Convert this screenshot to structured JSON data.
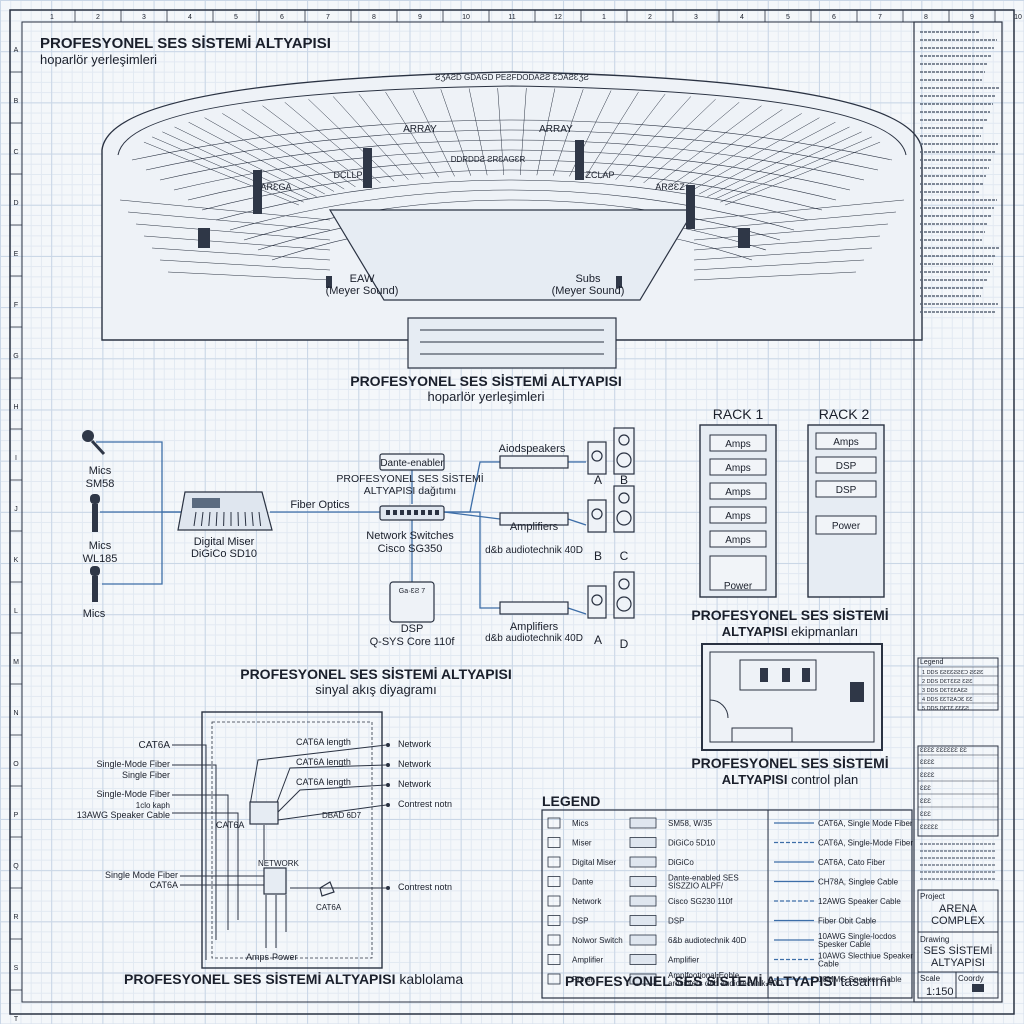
{
  "frame": {
    "col_labels": [
      "1",
      "2",
      "3",
      "4",
      "5",
      "6",
      "7",
      "8",
      "9",
      "10",
      "11",
      "12",
      "1",
      "2",
      "3",
      "4",
      "5",
      "6",
      "7",
      "8",
      "9",
      "10"
    ],
    "row_labels": [
      "A",
      "B",
      "C",
      "D",
      "E",
      "F",
      "G",
      "H",
      "I",
      "J",
      "K",
      "L",
      "M",
      "N",
      "O",
      "P",
      "Q",
      "R",
      "S",
      "T"
    ]
  },
  "arena": {
    "title": "PROFESYONEL SES SİSTEMİ ALTYAPISI",
    "subtitle": "hoparlör yerleşimleri",
    "top_caption": "ƧƷAƧD GDAGD PEƧFDODAƧƧ ƐƆAƧƐƷƧ",
    "array_left": "ARRAY",
    "array_right": "ARRAY",
    "center_label": "DDRDDƧ ƧRƐAGƐR",
    "tag_lc": "DCLLP",
    "tag_rc": "ZCLAP",
    "tag_ll": "ARƐGA",
    "tag_rl": "ARƧƐZ",
    "eaw": "EAW",
    "eaw_brand": "(Meyer Sound)",
    "subs": "Subs",
    "subs_brand": "(Meyer Sound)",
    "footer_title": "PROFESYONEL SES SİSTEMİ ALTYAPISI",
    "footer_subtitle": "hoparlör yerleşimleri"
  },
  "signal": {
    "mic1": "Mics",
    "mic1_model": "SM58",
    "mic2": "Mics",
    "mic2_model": "WL185",
    "mic3": "Mics",
    "mixer": "Digital Miser",
    "mixer_model": "DiGiCo SD10",
    "fiber": "Fiber Optics",
    "dante": "Dante-enabler",
    "dante_caption1": "PROFESYONEL SES SİSTEMİ",
    "dante_caption2": "ALTYAPISI dağıtımı",
    "switch": "Network Switches",
    "switch_model": "Cisco SG350",
    "dsp_screen": "Ga·ƐƧ 7",
    "dsp": "DSP",
    "dsp_model": "Q-SYS Core 110f",
    "loudspeakers": "Aiodspeakers",
    "amp1": "Amplifiers",
    "amp1_model": "d&b audiotechnik 40D",
    "amp2": "Amplifiers",
    "amp2_model": "d&b audiotechnik 40D",
    "spk_a1": "A",
    "spk_b1": "B",
    "spk_b2": "B",
    "spk_c2": "C",
    "spk_a3": "A",
    "spk_d3": "D",
    "footer_title": "PROFESYONEL SES SİSTEMİ ALTYAPISI",
    "footer_subtitle": "sinyal akış diyagramı"
  },
  "racks": {
    "rack1": "RACK 1",
    "rack2": "RACK 2",
    "rack1_units": [
      "Amps",
      "Amps",
      "Amps",
      "Amps",
      "Amps"
    ],
    "rack1_power": "Power",
    "rack2_units": [
      "Amps",
      "DSP",
      "DSP"
    ],
    "rack2_power": "Power",
    "footer_title": "PROFESYONEL SES SİSTEMİ",
    "footer_subtitle_bold": "ALTYAPISI",
    "footer_subtitle": " ekipmanları"
  },
  "control": {
    "footer_title": "PROFESYONEL SES SİSTEMİ",
    "footer_subtitle_bold": "ALTYAPISI",
    "footer_subtitle": " control plan"
  },
  "cabling": {
    "cat6a": "CAT6A",
    "cat6a_len1": "CAT6A length",
    "cat6a_len2": "CAT6A length",
    "cat6a_len3": "CAT6A length",
    "network1": "Network",
    "network2": "Network",
    "network3": "Network",
    "smf1": "Single-Mode Fiber",
    "smf2": "Single Fiber",
    "smf3": "Single-Mode Fiber",
    "radio": "1clo kaph",
    "awg": "13AWG Speaker Cable",
    "contrest1": "Contrest notn",
    "cat6a_2": "CAT6A",
    "dbd": "DBAD 6D7",
    "network_node": "NETWORK",
    "smf4": "Single Mode Fiber",
    "cat6a_3": "CAT6A",
    "contrest2": "Contrest notn",
    "cat_node": "CAT6A",
    "amps": "Amps",
    "power": "Power",
    "footer_title": "PROFESYONEL SES SİSTEMİ ALTYAPISI",
    "footer_subtitle": " kablolama"
  },
  "legend": {
    "title": "LEGEND",
    "col1": [
      [
        "Mics",
        "SM58, W/35"
      ],
      [
        "Miser",
        "DiGiCo 5D10"
      ],
      [
        "Digital Miser",
        "DiGiCo"
      ],
      [
        "Dante",
        "Dante-enabled SES SİSZZIO ALPF/"
      ],
      [
        "Network",
        "Cisco SG230 110f"
      ],
      [
        "DSP",
        "DSP"
      ],
      [
        "Nolwor Switch",
        "6&b audiotechnik 40D"
      ],
      [
        "Amplifier",
        "Amplifier"
      ],
      [
        "Poner",
        "Amplfootional Eoble arnsiblers d8b audiotechnik-40D"
      ]
    ],
    "col3": [
      "CAT6A, Single Mode Fiber",
      "CAT6A, Single-Mode Fiber",
      "CAT6A, Cato Fiber",
      "CH78A, Singlee Cable",
      "12AWG Speaker Cable",
      "Fiber Obit Cable",
      "10AWG Single-locdos Spesker Cable",
      "10AWG Slecthiue Speaker Cable",
      "10MMG Speaker Cable"
    ],
    "footer_title": "PROFESYONEL SES SİSTEMİ ALTYAPISI",
    "footer_subtitle": " tasarımı"
  },
  "title_block": {
    "legend_head": "Legend",
    "legend_rows": [
      "DDS ƐƧƐƐƧƧƐƆ ƧƐƧƐ",
      "DDS DƐTƐƐƧ ƐƧƐ",
      "DDS DƐTƐƐAƐƧ",
      "DDS ƐƐTƧAƆƐ ƐƐ",
      "DDS DƐTƐ ƐƐƐƧ"
    ],
    "rev_head": "ƐƐƐƐ ƐƐƐƐƐƐ ƐƐ",
    "rev_rows": [
      "ƐƐƐƐ",
      "ƐƐƐƐ",
      "ƐƐƐ",
      "ƐƐƐ",
      "ƐƐƐ",
      "ƐƐƐƐƐ"
    ],
    "project_label": "Project",
    "project_value1": "ARENA",
    "project_value2": "COMPLEX",
    "drawing_label": "Drawing",
    "drawing_value1": "SES SİSTEMİ",
    "drawing_value2": "ALTYAPISI",
    "scale_label": "Scale",
    "scale_value": "1:150",
    "sheet_label": "Coordy"
  },
  "colors": {
    "ink": "#1a1f2b",
    "wire": "#3d6ea8",
    "grid": "#c9d6e6",
    "paper": "#f4f7fa"
  }
}
